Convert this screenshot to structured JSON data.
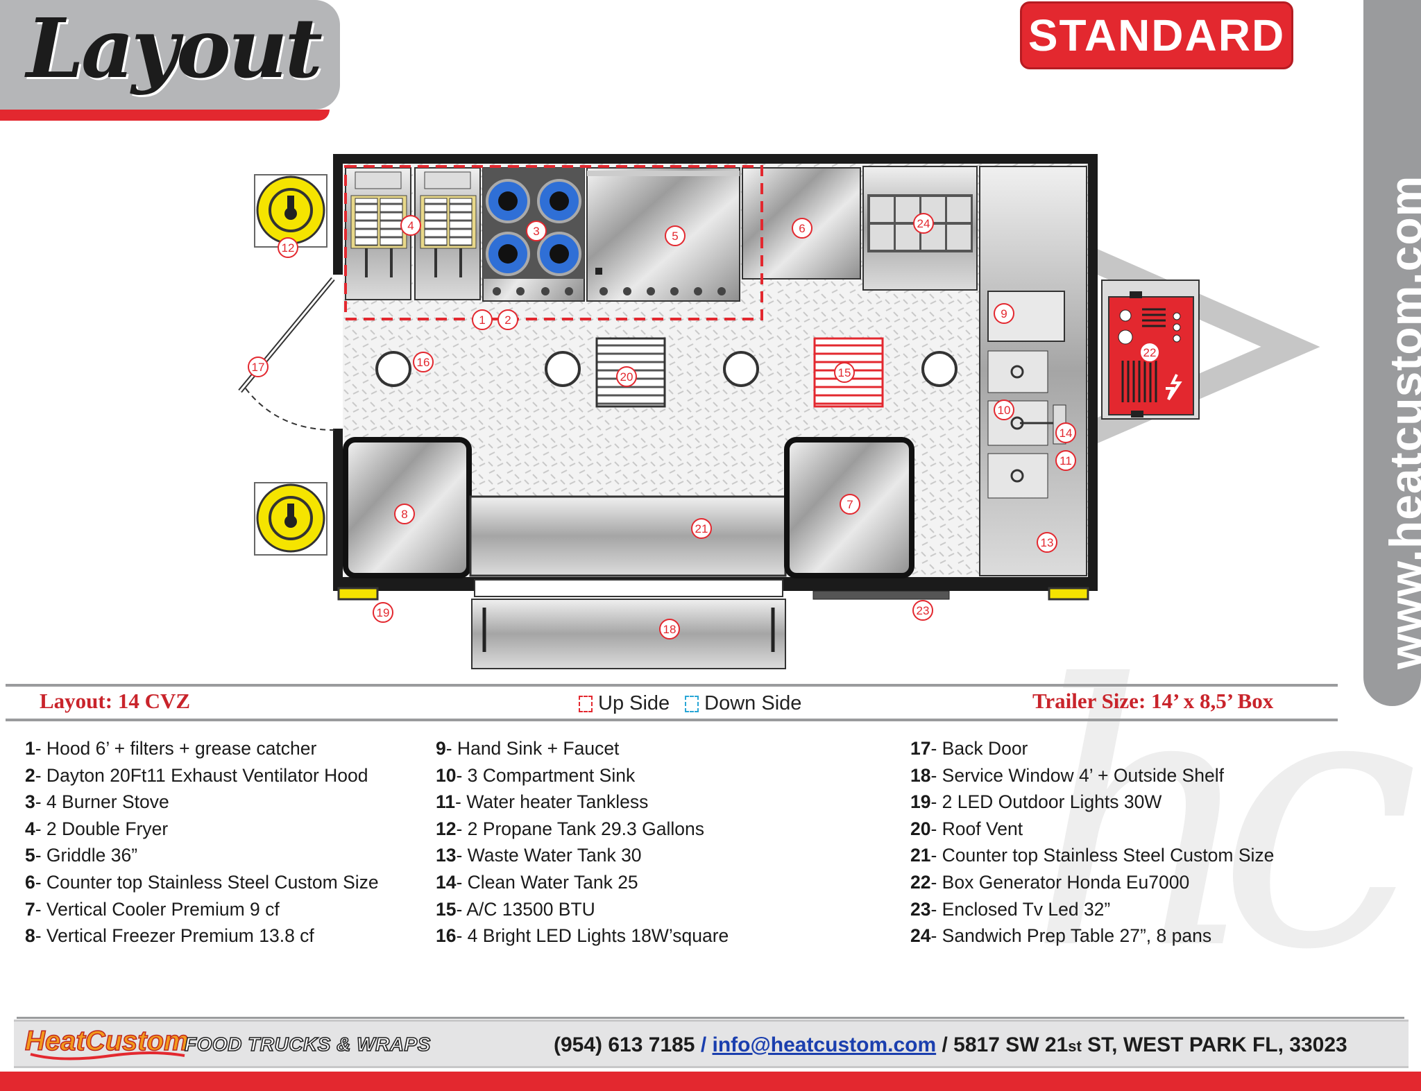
{
  "header": {
    "title": "Layout",
    "badge": "STANDARD",
    "side_url": "www.heatcustom.com"
  },
  "floorplan": {
    "callouts": [
      "1",
      "2",
      "3",
      "4",
      "5",
      "6",
      "7",
      "8",
      "9",
      "10",
      "11",
      "12",
      "13",
      "14",
      "15",
      "16",
      "17",
      "18",
      "19",
      "20",
      "21",
      "22",
      "23",
      "24"
    ],
    "colors": {
      "brand_red": "#e3282f",
      "propane_yellow": "#f5e400",
      "burner_blue": "#2f6fd6"
    }
  },
  "caption": {
    "layout": "Layout: 14 CVZ",
    "up_side": "Up Side",
    "down_side": "Down Side",
    "trailer_size": "Trailer Size: 14’ x 8,5’ Box"
  },
  "items": [
    {
      "num": "1",
      "text": "- Hood 6’ + filters + grease catcher"
    },
    {
      "num": "2",
      "text": "- Dayton 20Ft11 Exhaust Ventilator Hood"
    },
    {
      "num": "3",
      "text": "- 4 Burner Stove"
    },
    {
      "num": "4",
      "text": "- 2 Double Fryer"
    },
    {
      "num": "5",
      "text": "- Griddle 36”"
    },
    {
      "num": "6",
      "text": "- Counter top Stainless Steel Custom Size"
    },
    {
      "num": "7",
      "text": "- Vertical Cooler Premium 9 cf"
    },
    {
      "num": "8",
      "text": "- Vertical Freezer Premium 13.8 cf"
    },
    {
      "num": "9",
      "text": "- Hand Sink + Faucet"
    },
    {
      "num": "10",
      "text": "-  3 Compartment Sink"
    },
    {
      "num": "11",
      "text": "- Water heater Tankless"
    },
    {
      "num": "12",
      "text": "- 2 Propane Tank 29.3 Gallons"
    },
    {
      "num": "13",
      "text": "- Waste Water Tank 30"
    },
    {
      "num": "14",
      "text": "- Clean Water Tank 25"
    },
    {
      "num": "15",
      "text": "- A/C 13500 BTU"
    },
    {
      "num": "16",
      "text": "- 4 Bright LED Lights 18W’square"
    },
    {
      "num": "17",
      "text": "- Back Door"
    },
    {
      "num": "18",
      "text": "- Service Window 4’ + Outside Shelf"
    },
    {
      "num": "19",
      "text": "- 2 LED Outdoor Lights 30W"
    },
    {
      "num": "20",
      "text": "- Roof Vent"
    },
    {
      "num": "21",
      "text": "- Counter top Stainless Steel Custom Size"
    },
    {
      "num": "22",
      "text": "- Box Generator Honda Eu7000"
    },
    {
      "num": "23",
      "text": "- Enclosed Tv Led 32”"
    },
    {
      "num": "24",
      "text": "- Sandwich Prep Table 27”, 8 pans"
    }
  ],
  "footer": {
    "brand_logo": "HeatCustom",
    "brand_tag": "FOOD TRUCKS & WRAPS",
    "phone": "(954) 613 7185",
    "separator1": " / ",
    "email": "info@heatcustom.com",
    "separator2": "  /  ",
    "address_pre": "5817 SW 21",
    "address_sup": "st",
    "address_post": " ST, WEST PARK FL, 33023"
  }
}
